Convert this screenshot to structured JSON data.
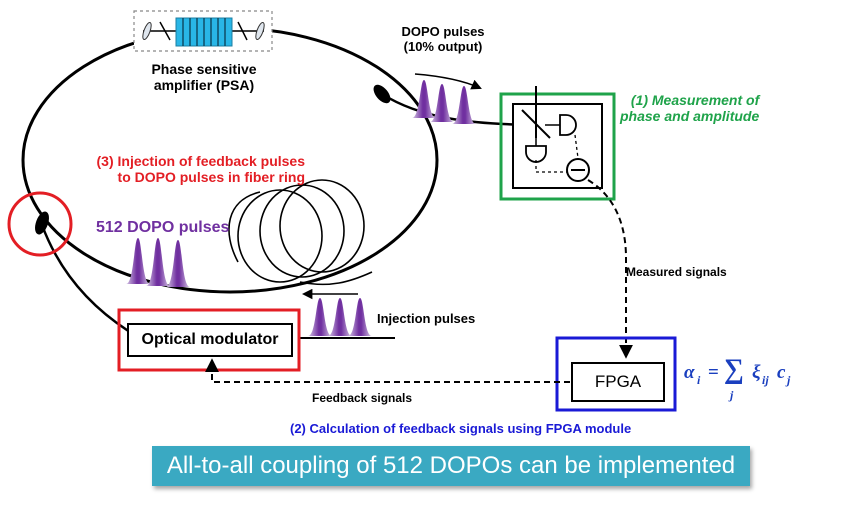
{
  "labels": {
    "psa": "Phase sensitive\namplifier (PSA)",
    "dopo_output": "DOPO pulses\n(10% output)",
    "measurement": "(1)  Measurement of\nphase and amplitude",
    "injection_feedback": "(3) Injection of feedback pulses\nto DOPO pulses in fiber ring",
    "dopo_512": "512 DOPO pulses",
    "measured_signals": "Measured signals",
    "injection_pulses": "Injection pulses",
    "optical_modulator": "Optical modulator",
    "fpga": "FPGA",
    "feedback_signals": "Feedback signals",
    "calculation": "(2) Calculation of feedback signals using FPGA module",
    "banner": "All-to-all coupling of 512 DOPOs can be implemented"
  },
  "formula": {
    "lhs_var": "α",
    "lhs_sub": "i",
    "equals": "=",
    "sum": "∑",
    "sum_sub": "j",
    "xi": "ξ",
    "xi_sub": "ij",
    "c": "c",
    "c_sub": "j"
  },
  "colors": {
    "measurement_green": "#1fa34a",
    "injection_red": "#e31e24",
    "dopo_purple": "#7030a0",
    "fpga_blue": "#1a1ad6",
    "formula_blue": "#1a3fbf",
    "banner_teal": "#3aa9c2",
    "psa_cyan": "#29b6e6"
  }
}
